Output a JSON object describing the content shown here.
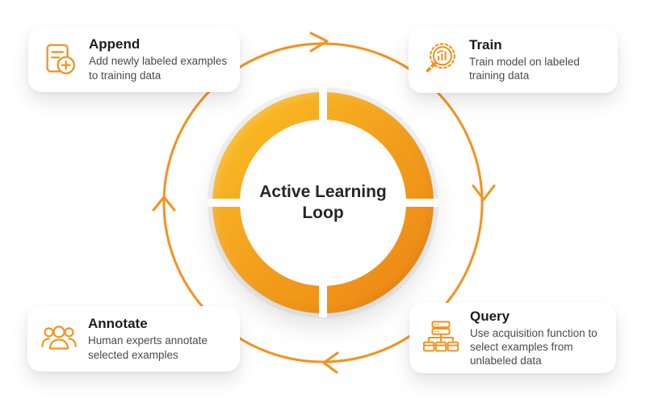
{
  "diagram": {
    "center_label": "Active Learning Loop",
    "cards": {
      "append": {
        "title": "Append",
        "description": "Add newly labeled examples to training data",
        "icon": "document-plus-icon"
      },
      "train": {
        "title": "Train",
        "description": "Train model on labeled training data",
        "icon": "magnifier-gear-chart-icon"
      },
      "annotate": {
        "title": "Annotate",
        "description": "Human experts annotate selected examples",
        "icon": "people-group-icon"
      },
      "query": {
        "title": "Query",
        "description": "Use acquisition function to select examples from unlabeled data",
        "icon": "server-hierarchy-icon"
      }
    },
    "flow_direction": "clockwise"
  },
  "colors": {
    "accent": "#f5921e",
    "ring_gradient_start": "#fbc228",
    "ring_gradient_mid": "#f3a01c",
    "ring_gradient_end": "#ec8414",
    "title_text": "#1d1d1d",
    "body_text": "#4a4a4a",
    "background": "#ffffff"
  }
}
